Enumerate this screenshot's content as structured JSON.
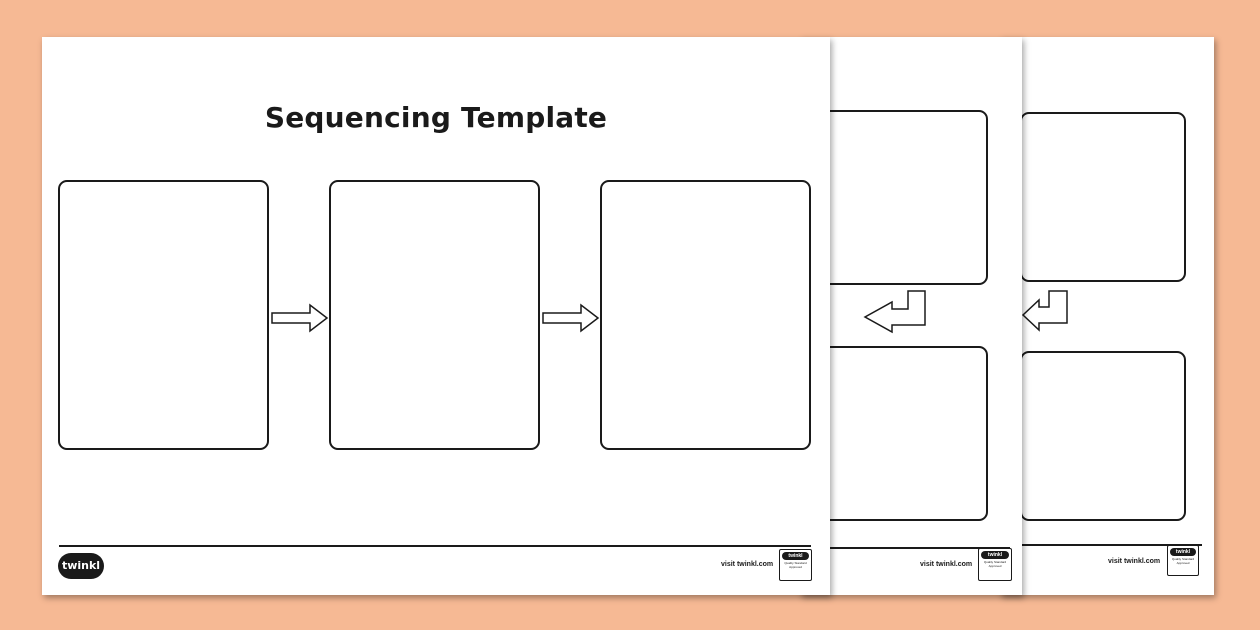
{
  "template": {
    "title": "Sequencing Template"
  },
  "footer": {
    "logo_text": "twinkl",
    "visit_text": "visit twinkl.com",
    "badge_logo": "twinkl",
    "badge_text": "Quality Standard Approved"
  },
  "colors": {
    "background": "#f6b994",
    "page": "#ffffff",
    "ink": "#1a1a1a"
  }
}
